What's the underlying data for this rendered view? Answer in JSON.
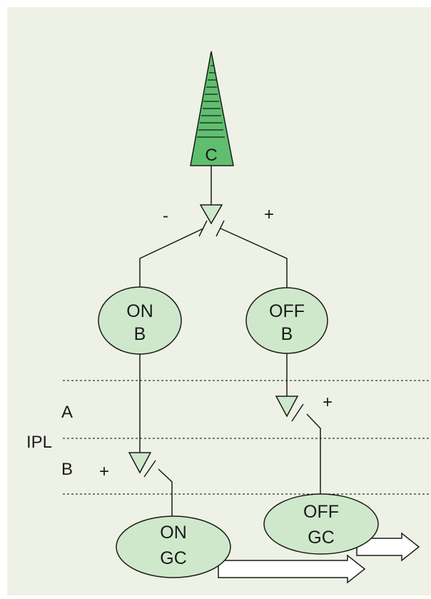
{
  "colors": {
    "panel_bg": "#eef2e6",
    "cell_fill": "#cfe8cc",
    "cone_fill": "#5fbf6f",
    "stroke": "#1a1a1a",
    "arrow_fill": "#ffffff"
  },
  "cone": {
    "label": "C"
  },
  "signs": {
    "cone_synapse_left": "-",
    "cone_synapse_right": "+",
    "off_synapse": "+",
    "on_synapse": "+"
  },
  "layers": {
    "a": "A",
    "ipl": "IPL",
    "b": "B"
  },
  "cells": {
    "on_bipolar": {
      "line1": "ON",
      "line2": "B"
    },
    "off_bipolar": {
      "line1": "OFF",
      "line2": "B"
    },
    "on_ganglion": {
      "line1": "ON",
      "line2": "GC"
    },
    "off_ganglion": {
      "line1": "OFF",
      "line2": "GC"
    }
  }
}
